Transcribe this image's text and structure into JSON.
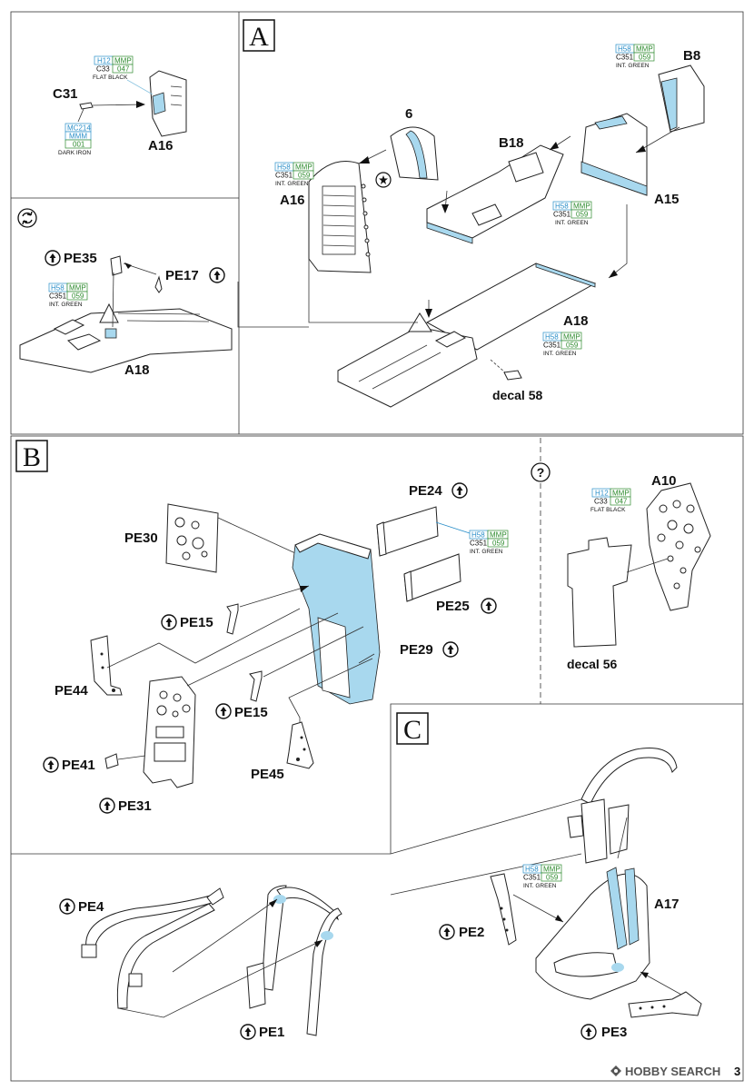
{
  "sections": {
    "a": "A",
    "b": "B",
    "c": "C"
  },
  "labels": {
    "c31": "C31",
    "a16_inset": "A16",
    "pe35": "PE35",
    "pe17": "PE17",
    "a18_inset": "A18",
    "p6": "6",
    "a16": "A16",
    "b18": "B18",
    "b8": "B8",
    "a15": "A15",
    "a18": "A18",
    "decal58": "decal 58",
    "pe24": "PE24",
    "pe30": "PE30",
    "pe15a": "PE15",
    "pe25": "PE25",
    "pe29": "PE29",
    "pe44": "PE44",
    "pe15b": "PE15",
    "pe41": "PE41",
    "pe45": "PE45",
    "pe31": "PE31",
    "a10": "A10",
    "decal56": "decal 56",
    "pe4": "PE4",
    "pe1": "PE1",
    "a17": "A17",
    "pe2": "PE2",
    "pe3": "PE3"
  },
  "colors": {
    "flat_black": {
      "hobby": "H12",
      "mmp_label": "MMP",
      "code": "C33",
      "mmp": "047",
      "name": "FLAT BLACK"
    },
    "int_green": {
      "hobby": "H58",
      "mmp_label": "MMP",
      "code": "C351",
      "mmp": "059",
      "name": "INT. GREEN"
    },
    "dark_iron": {
      "hobby": "MC214",
      "mmp_label": "MMM",
      "mmp": "001",
      "name": "DARK IRON"
    }
  },
  "watermark": "HOBBY SEARCH",
  "page_number": "3",
  "accent": "#a8d8ee"
}
